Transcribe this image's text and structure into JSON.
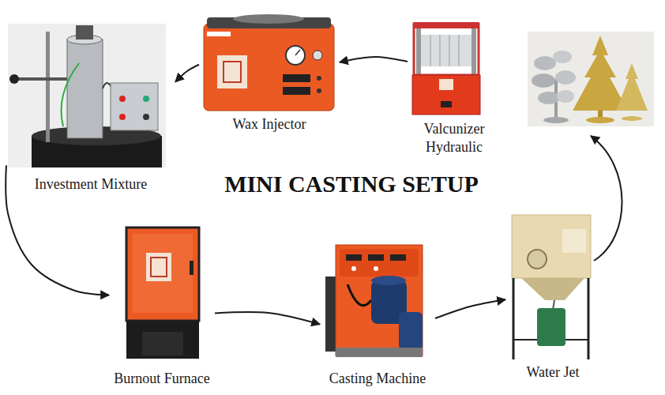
{
  "diagram": {
    "title": "MINI CASTING SETUP",
    "nodes": [
      {
        "text": [
          "Investment Mixture"
        ]
      },
      {
        "text": [
          "Wax Injector"
        ]
      },
      {
        "text": [
          "Valcunizer Hydraulic"
        ]
      },
      {
        "text": [
          "Burnout Furnace"
        ]
      },
      {
        "text": [
          "Casting Machine"
        ]
      },
      {
        "text": [
          "Water Jet"
        ]
      }
    ],
    "edges": [
      {
        "from": 2,
        "to": 1,
        "arrow": "to"
      },
      {
        "from": 1,
        "to": 0,
        "arrow": "to"
      },
      {
        "from": 0,
        "to": 3,
        "arrow": "to"
      },
      {
        "from": 3,
        "to": 4,
        "arrow": "to"
      },
      {
        "from": 4,
        "to": 5,
        "arrow": "to"
      }
    ]
  }
}
